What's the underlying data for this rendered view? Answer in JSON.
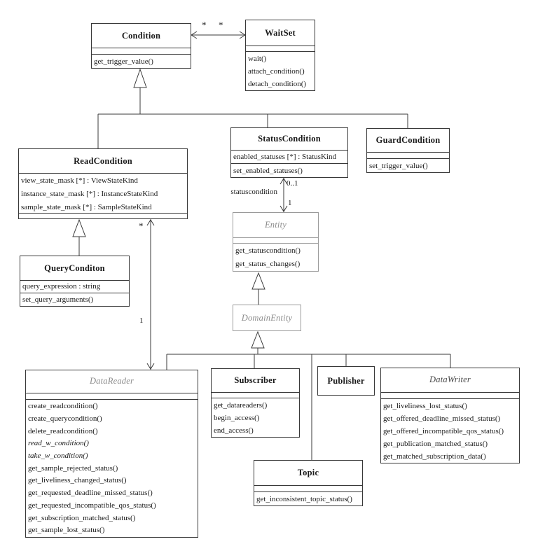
{
  "diagram": {
    "classes": {
      "condition": {
        "name": "Condition",
        "operations": [
          "get_trigger_value()"
        ]
      },
      "waitset": {
        "name": "WaitSet",
        "operations": [
          "wait()",
          "attach_condition()",
          "detach_condition()"
        ]
      },
      "readCondition": {
        "name": "ReadCondition",
        "attributes": [
          "view_state_mask [*] : ViewStateKind",
          "instance_state_mask [*] : InstanceStateKind",
          "sample_state_mask [*] : SampleStateKind"
        ]
      },
      "statusCondition": {
        "name": "StatusCondition",
        "attributes": [
          "enabled_statuses [*] : StatusKind"
        ],
        "operations": [
          "set_enabled_statuses()"
        ]
      },
      "guardCondition": {
        "name": "GuardCondition",
        "operations": [
          "set_trigger_value()"
        ]
      },
      "queryCondition": {
        "name": "QueryConditon",
        "attributes": [
          "query_expression : string"
        ],
        "operations": [
          "set_query_arguments()"
        ]
      },
      "entity": {
        "name": "Entity",
        "operations": [
          "get_statuscondition()",
          "get_status_changes()"
        ]
      },
      "domainEntity": {
        "name": "DomainEntity"
      },
      "dataReader": {
        "name": "DataReader",
        "operations": [
          "create_readcondition()",
          "create_querycondition()",
          "delete_readcondition()",
          "read_w_condition()",
          "take_w_condition()",
          "get_sample_rejected_status()",
          "get_liveliness_changed_status()",
          "get_requested_deadline_missed_status()",
          "get_requested_incompatible_qos_status()",
          "get_subscription_matched_status()",
          "get_sample_lost_status()"
        ]
      },
      "subscriber": {
        "name": "Subscriber",
        "operations": [
          "get_datareaders()",
          "begin_access()",
          "end_access()"
        ]
      },
      "publisher": {
        "name": "Publisher"
      },
      "dataWriter": {
        "name": "DataWriter",
        "operations": [
          "get_liveliness_lost_status()",
          "get_offered_deadline_missed_status()",
          "get_offered_incompatible_qos_status()",
          "get_publication_matched_status()",
          "get_matched_subscription_data()"
        ]
      },
      "topic": {
        "name": "Topic",
        "operations": [
          "get_inconsistent_topic_status()"
        ]
      }
    },
    "labels": {
      "waitset_mult_left": "*",
      "waitset_mult_right": "*",
      "readcond_datareader_mult_top": "*",
      "readcond_datareader_mult_bottom": "1",
      "statuscondition_role": "statuscondition",
      "statuscondition_mult_top": "0..1",
      "statuscondition_mult_bottom": "1"
    }
  }
}
